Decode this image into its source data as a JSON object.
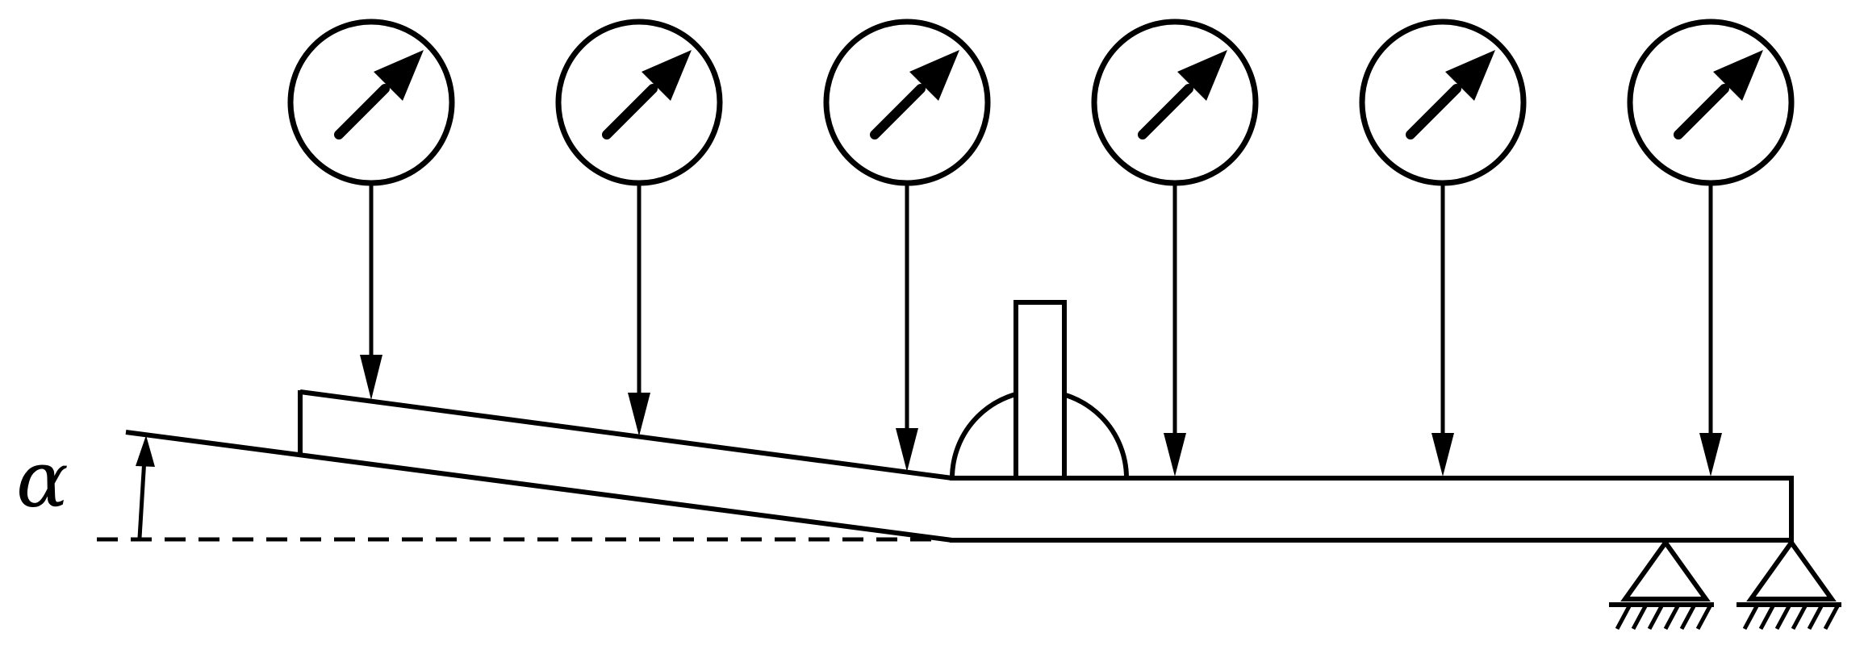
{
  "diagram": {
    "angle_symbol": "α",
    "gauge_count": 6,
    "support_count": 2,
    "colors": {
      "stroke": "#000000",
      "background": "#ffffff"
    }
  }
}
